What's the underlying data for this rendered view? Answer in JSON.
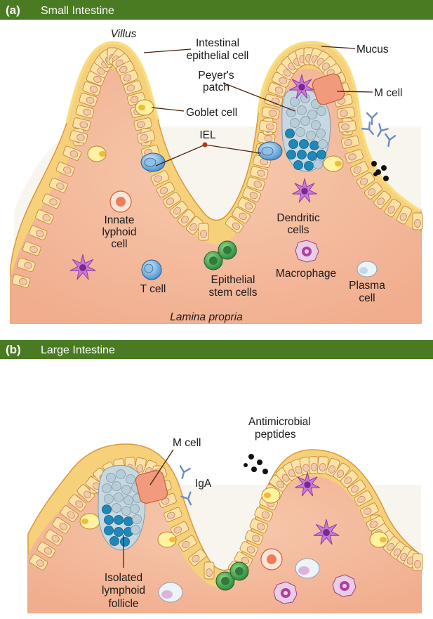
{
  "colors": {
    "header_bar": "#4a7a22",
    "lamina_propria": "#f4b89a",
    "epithelium": "#f6d07a",
    "mucus": "#f5dc66",
    "enterocyte_nucleus": "#f2c8a8",
    "goblet_cell": "#fff2a0",
    "iel": "#6fa8d8",
    "follicle_light": "#b8cdd8",
    "follicle_dark": "#1f88b8",
    "m_cell": "#f29a7c",
    "dendritic_cell": "#c77bd6",
    "stem_cell": "#3d9b4a",
    "macrophage": "#b35aa8",
    "plasma_cell": "#dde7f0",
    "igA": "#6a8bc4",
    "antimicrobial_peptide": "#111111"
  },
  "panel_a": {
    "letter": "(a)",
    "title": "Small Intestine",
    "labels": {
      "villus": "Villus",
      "epithelial_line1": "Intestinal",
      "epithelial_line2": "epithelial cell",
      "mucus": "Mucus",
      "peyers_line1": "Peyer's",
      "peyers_line2": "patch",
      "m_cell": "M cell",
      "goblet": "Goblet cell",
      "iel": "IEL",
      "innate_line1": "Innate",
      "innate_line2": "lyphoid",
      "innate_line3": "cell",
      "dendritic_line1": "Dendritic",
      "dendritic_line2": "cells",
      "macrophage": "Macrophage",
      "t_cell": "T cell",
      "stem_line1": "Epithelial",
      "stem_line2": "stem cells",
      "plasma_line1": "Plasma",
      "plasma_line2": "cell",
      "lamina": "Lamina propria"
    }
  },
  "panel_b": {
    "letter": "(b)",
    "title": "Large Intestine",
    "labels": {
      "m_cell": "M cell",
      "antimicrobial_line1": "Antimicrobial",
      "antimicrobial_line2": "peptides",
      "iga": "IgA",
      "isolated_line1": "Isolated",
      "isolated_line2": "lymphoid",
      "isolated_line3": "follicle"
    }
  }
}
